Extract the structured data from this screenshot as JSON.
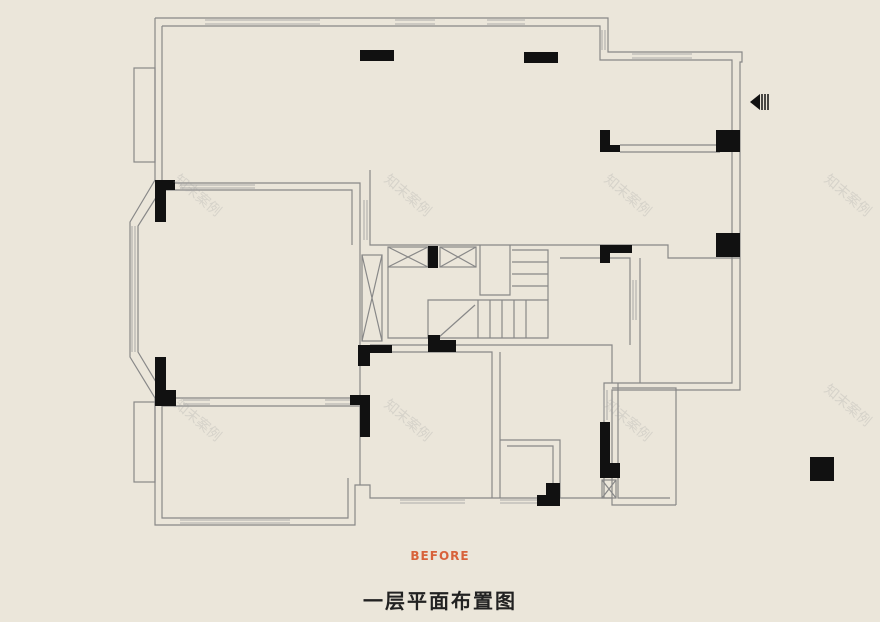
{
  "before_label": "BEFORE",
  "plan_title": "一层平面布置图",
  "watermark_text": "知末案例",
  "colors": {
    "background": "#ebe6da",
    "wall": "#8a8a8a",
    "column": "#111111",
    "accent": "#d8623a"
  },
  "icons": [
    "entrance-arrow-icon",
    "column-marker-icon"
  ]
}
